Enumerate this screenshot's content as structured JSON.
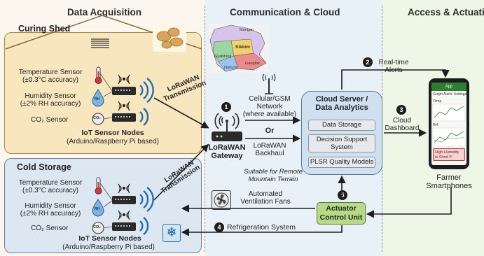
{
  "columns": {
    "acquisition": "Data Acquisition",
    "communication": "Communication & Cloud",
    "access": "Access & Actuation"
  },
  "curing_shed": {
    "title": "Curing Shed",
    "sensors": [
      {
        "name": "Temperature Sensor",
        "accuracy": "(±0.3°C accuracy)"
      },
      {
        "name": "Humidity Sensor",
        "accuracy": "(±2% RH accuracy)",
        "icon_text": "RH"
      },
      {
        "name": "CO₂ Sensor",
        "icon_text": "CO₂"
      }
    ],
    "nodes_title": "IoT Sensor Nodes",
    "nodes_subtitle": "(Arduino/Raspberry Pi based)"
  },
  "cold_storage": {
    "title": "Cold Storage",
    "sensors": [
      {
        "name": "Temperature Sensor",
        "accuracy": "(±0.3°C accuracy)"
      },
      {
        "name": "Humidity Sensor",
        "accuracy": "(±2% RH accuracy)",
        "icon_text": "RH"
      },
      {
        "name": "CO₂ Sensor",
        "icon_text": "CO₂"
      }
    ],
    "nodes_title": "IoT Sensor Nodes",
    "nodes_subtitle": "(Arduino/Raspberry Pi based)"
  },
  "transmission": {
    "top_line1": "LoRaWAN",
    "top_line2": "Transmission",
    "bottom_line1": "LoRaWAN",
    "bottom_line2": "Transmission"
  },
  "gateway": {
    "badge": "1",
    "line1": "LoRaWAN",
    "line2": "Gateway"
  },
  "map": {
    "label_top": "Mangan",
    "label_mid": "Sikkim",
    "label_left": "Gyalshing",
    "label_bottom": "Namchi",
    "label_right": "Gangtok"
  },
  "network": {
    "cellular_line1": "Cellular/GSM",
    "cellular_line2": "Network",
    "cellular_line3": "(where available)",
    "or": "Or",
    "backhaul_line1": "LoRaWAN",
    "backhaul_line2": "Backhaul",
    "remote_line1": "Suitable for Remote",
    "remote_line2": "Mountain Terrain"
  },
  "cloud": {
    "title_line1": "Cloud Server /",
    "title_line2": "Data Analytics",
    "items": [
      "Data Storage",
      "Decision Support System",
      "PLSR Quality Models"
    ],
    "decision_line1": "Decision Support",
    "decision_line2": "System"
  },
  "alerts": {
    "badge": "2",
    "line1": "Real-time",
    "line2": "Alerts"
  },
  "dashboard": {
    "badge": "3",
    "line1": "Cloud",
    "line2": "Dashboard"
  },
  "phone": {
    "app_title": "App",
    "tab1": "Graph",
    "tab2": "Alerts",
    "tab3": "Settings",
    "temp_label": "Temp",
    "rh_label": "RH",
    "alert_line1": "High Humidity",
    "alert_line2": "in Shed !!!",
    "label_line1": "Farmer",
    "label_line2": "Smartphones"
  },
  "actuator": {
    "badge": "5",
    "line1": "Actuator",
    "line2": "Control Unit"
  },
  "ventilation": {
    "line1": "Automated",
    "line2": "Ventilation Fans"
  },
  "refrigeration": {
    "badge": "4",
    "label": "Refrigeration System"
  },
  "colors": {
    "shed_bg": "#f8e6bf",
    "cold_bg": "#dde7f1",
    "cloud_bg": "#cfe0f1",
    "actuator_bg": "#b9d98a",
    "wifi_blue": "#1e6fb8",
    "alert_red": "#c23b3b"
  },
  "icons": [
    "thermometer-icon",
    "humidity-drop-icon",
    "co2-icon",
    "wifi-signal-icon",
    "ginger-icon",
    "antenna-tower-icon",
    "router-icon",
    "fan-icon",
    "snowflake-icon",
    "smartphone-icon"
  ]
}
